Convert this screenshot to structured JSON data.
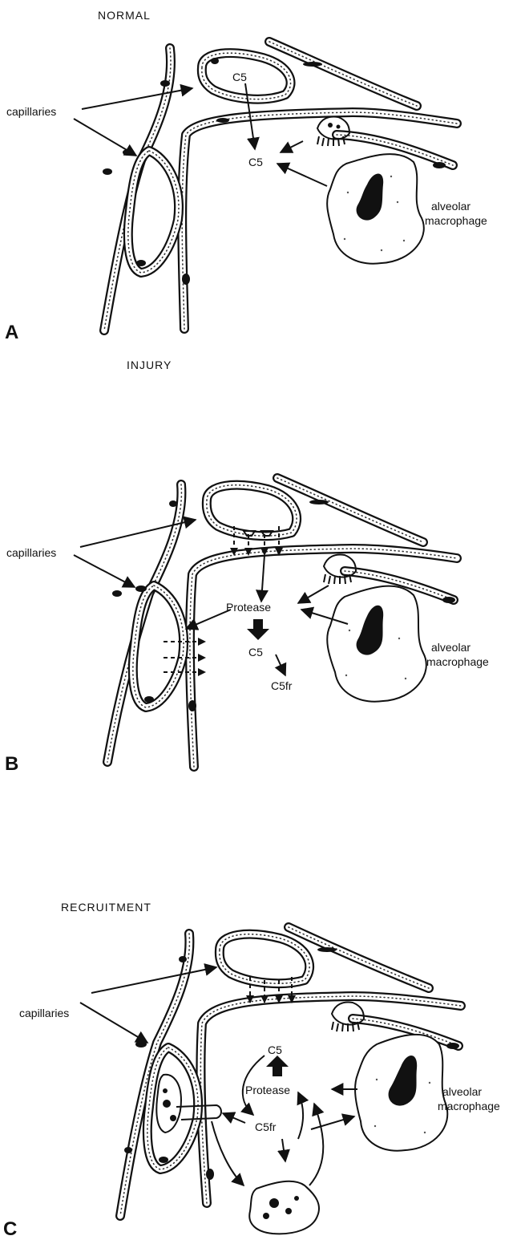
{
  "panels": {
    "a": {
      "heading": "NORMAL",
      "letter": "A",
      "capillaries_label": "capillaries",
      "c5_top": "C5",
      "c5_center": "C5",
      "macrophage_label_line1": "alveolar",
      "macrophage_label_line2": "macrophage"
    },
    "b": {
      "heading": "INJURY",
      "letter": "B",
      "capillaries_label": "capillaries",
      "protease": "Protease",
      "c5": "C5",
      "c5fr": "C5fr",
      "macrophage_label_line1": "alveolar",
      "macrophage_label_line2": "macrophage"
    },
    "c": {
      "heading": "RECRUITMENT",
      "letter": "C",
      "capillaries_label": "capillaries",
      "c5": "C5",
      "protease": "Protease",
      "c5fr": "C5fr",
      "macrophage_label_line1": "alveolar",
      "macrophage_label_line2": "macrophage"
    }
  }
}
